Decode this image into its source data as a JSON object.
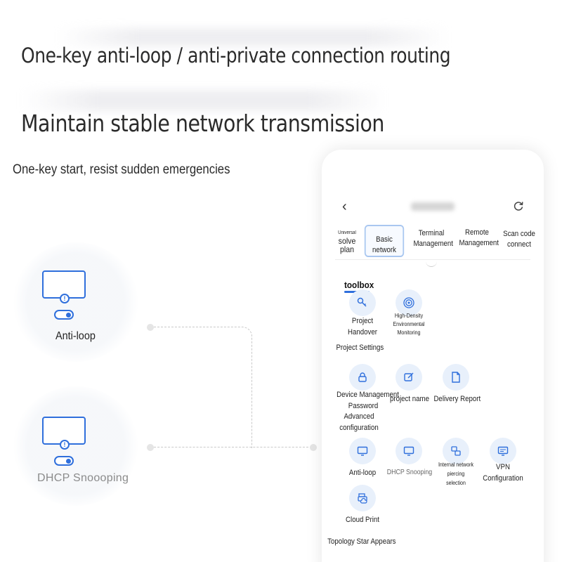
{
  "headlines": {
    "line1": "One-key anti-loop / anti-private connection routing",
    "line2": "Maintain stable network transmission",
    "line3": "One-key start, resist sudden emergencies"
  },
  "features": [
    {
      "label": "Anti-loop",
      "icon": "monitor-alert-icon",
      "toggle": "on"
    },
    {
      "label": "DHCP Snoooping",
      "icon": "monitor-alert-icon",
      "toggle": "on"
    }
  ],
  "phone": {
    "nav": {
      "back_icon": "chevron-left-icon",
      "refresh_icon": "refresh-icon"
    },
    "tabs": [
      {
        "line1": "Universal",
        "line2": "solve",
        "line3": "plan"
      },
      {
        "label": "Basic network",
        "active": true
      },
      {
        "line1": "Terminal",
        "line2": "Management"
      },
      {
        "line1": "Remote",
        "line2": "Management"
      },
      {
        "line1": "Scan code",
        "line2": "connect"
      }
    ],
    "section_title": "toolbox",
    "tools": {
      "project_handover": {
        "line1": "Project",
        "line2": "Handover",
        "icon": "key-icon"
      },
      "high_density": {
        "line1": "High-Density",
        "line2": "Environmental",
        "line3": "Monitoring",
        "icon": "radar-icon"
      },
      "project_settings_heading": "Project Settings",
      "device_password": {
        "line1": "Device Management",
        "line2": "Password",
        "icon": "lock-icon"
      },
      "project_name": {
        "label": "project name",
        "icon": "edit-icon"
      },
      "delivery_report": {
        "label": "Delivery Report",
        "icon": "document-icon"
      },
      "advanced_heading": {
        "line1": "Advanced",
        "line2": "configuration"
      },
      "anti_loop": {
        "label": "Anti-loop",
        "icon": "monitor-icon"
      },
      "dhcp_snooping": {
        "label": "DHCP Snooping",
        "icon": "monitor-icon"
      },
      "internal_piercing": {
        "line1": "Internal network",
        "line2": "piercing",
        "line3": "selection",
        "icon": "network-select-icon"
      },
      "vpn": {
        "line1": "VPN",
        "line2": "Configuration",
        "icon": "vpn-icon"
      },
      "cloud_print": {
        "label": "Cloud Print",
        "icon": "cloud-print-icon"
      },
      "topology_heading": "Topology Star Appears"
    }
  },
  "colors": {
    "accent": "#2f6fdc",
    "icon_bg": "#e8f0fb",
    "active_tab_border": "#a9c7f0"
  }
}
